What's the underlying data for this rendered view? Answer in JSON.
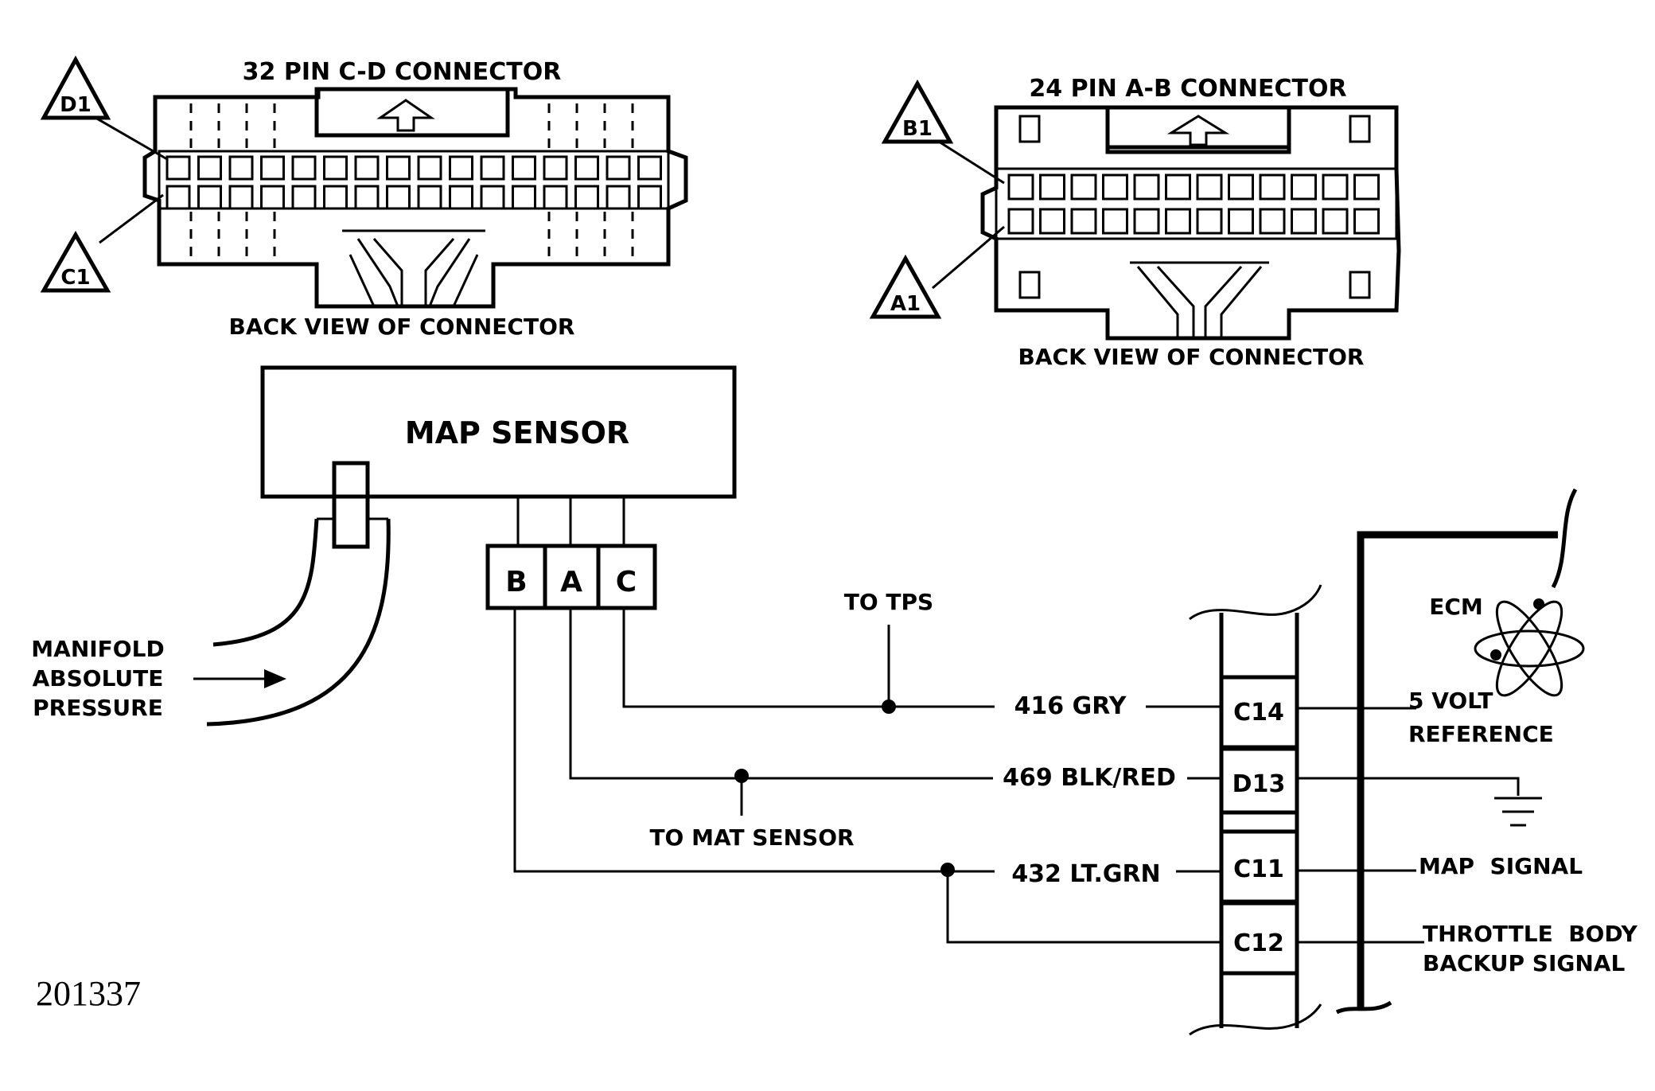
{
  "figure_id": "201337",
  "connectors": {
    "cd": {
      "title": "32 PIN C-D CONNECTOR",
      "caption": "BACK VIEW OF CONNECTOR",
      "upper_pin_tag": "D1",
      "lower_pin_tag": "C1"
    },
    "ab": {
      "title": "24 PIN A-B CONNECTOR",
      "caption": "BACK VIEW OF CONNECTOR",
      "upper_pin_tag": "B1",
      "lower_pin_tag": "A1"
    }
  },
  "map_sensor": {
    "title": "MAP SENSOR",
    "terminals": [
      "B",
      "A",
      "C"
    ]
  },
  "pressure_input": [
    "MANIFOLD",
    "ABSOLUTE",
    "PRESSURE"
  ],
  "branches": {
    "tps": "TO TPS",
    "mat": "TO MAT SENSOR"
  },
  "wires": [
    {
      "label": "416 GRY"
    },
    {
      "label": "469 BLK/RED"
    },
    {
      "label": "432 LT.GRN"
    }
  ],
  "ecm": {
    "label": "ECM",
    "pins": [
      "C14",
      "D13",
      "C11",
      "C12"
    ],
    "signals": {
      "c14": [
        "5 VOLT",
        "REFERENCE"
      ],
      "c11": [
        "MAP  SIGNAL"
      ],
      "c12": [
        "THROTTLE  BODY",
        "BACKUP SIGNAL"
      ]
    }
  }
}
